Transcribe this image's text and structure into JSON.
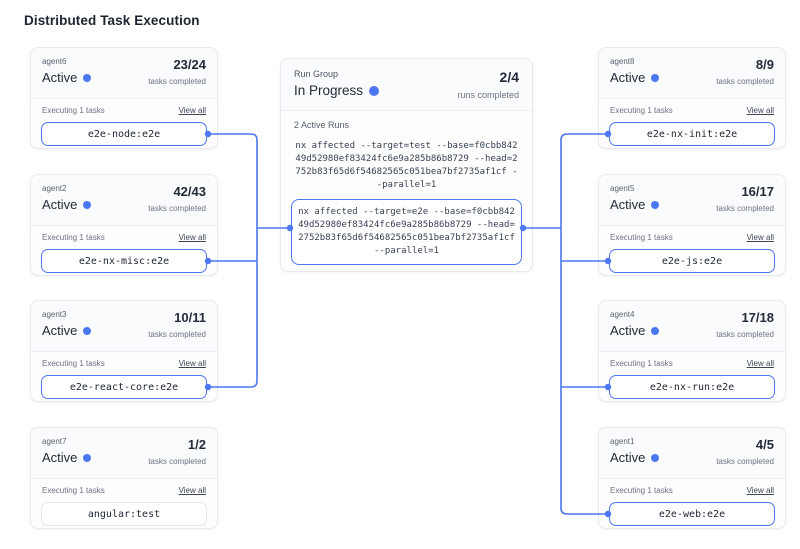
{
  "colors": {
    "accent": "#4d76f2",
    "text_primary": "#222b38",
    "text_secondary": "#6b7280"
  },
  "page": {
    "title": "Distributed Task Execution"
  },
  "run_group": {
    "label": "Run Group",
    "status": "In Progress",
    "count": "2/4",
    "count_caption": "runs completed",
    "active_runs_label": "2 Active Runs",
    "commands": [
      {
        "text": "nx affected --target=test --base=f0cbb84249d52980ef83424fc6e9a285b86b8729 --head=2752b83f65d6f54682565c051bea7bf2735af1cf --parallel=1",
        "highlighted": false
      },
      {
        "text": "nx affected --target=e2e --base=f0cbb84249d52980ef83424fc6e9a285b86b8729 --head=2752b83f65d6f54682565c051bea7bf2735af1cf --parallel=1",
        "highlighted": true
      }
    ]
  },
  "agents_left": [
    {
      "name": "agent6",
      "status": "Active",
      "count": "23/24",
      "caption": "tasks completed",
      "executing_label": "Executing 1 tasks",
      "view_all": "View all",
      "task": "e2e-node:e2e",
      "highlighted": true
    },
    {
      "name": "agent2",
      "status": "Active",
      "count": "42/43",
      "caption": "tasks completed",
      "executing_label": "Executing 1 tasks",
      "view_all": "View all",
      "task": "e2e-nx-misc:e2e",
      "highlighted": true
    },
    {
      "name": "agent3",
      "status": "Active",
      "count": "10/11",
      "caption": "tasks completed",
      "executing_label": "Executing 1 tasks",
      "view_all": "View all",
      "task": "e2e-react-core:e2e",
      "highlighted": true
    },
    {
      "name": "agent7",
      "status": "Active",
      "count": "1/2",
      "caption": "tasks completed",
      "executing_label": "Executing 1 tasks",
      "view_all": "View all",
      "task": "angular:test",
      "highlighted": false
    }
  ],
  "agents_right": [
    {
      "name": "agent8",
      "status": "Active",
      "count": "8/9",
      "caption": "tasks completed",
      "executing_label": "Executing 1 tasks",
      "view_all": "View all",
      "task": "e2e-nx-init:e2e",
      "highlighted": true
    },
    {
      "name": "agent5",
      "status": "Active",
      "count": "16/17",
      "caption": "tasks completed",
      "executing_label": "Executing 1 tasks",
      "view_all": "View all",
      "task": "e2e-js:e2e",
      "highlighted": true
    },
    {
      "name": "agent4",
      "status": "Active",
      "count": "17/18",
      "caption": "tasks completed",
      "executing_label": "Executing 1 tasks",
      "view_all": "View all",
      "task": "e2e-nx-run:e2e",
      "highlighted": true
    },
    {
      "name": "agent1",
      "status": "Active",
      "count": "4/5",
      "caption": "tasks completed",
      "executing_label": "Executing 1 tasks",
      "view_all": "View all",
      "task": "e2e-web:e2e",
      "highlighted": true
    }
  ]
}
